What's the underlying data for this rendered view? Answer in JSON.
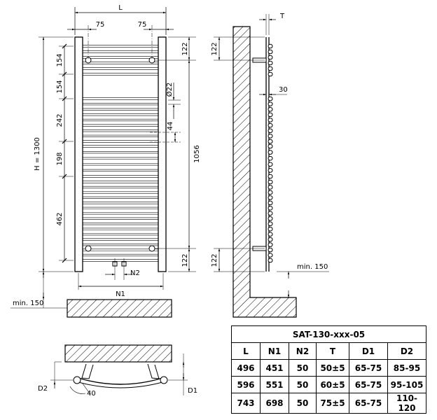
{
  "front_view": {
    "L": "L",
    "offset_left": "75",
    "offset_right": "75",
    "height_label": "H = 1300",
    "left_spacings": [
      "154",
      "154",
      "242",
      "198",
      "462"
    ],
    "top_122": "122",
    "pipe_diameter": "Ø22",
    "rail_gap": "44",
    "center_1056": "1056",
    "bottom_122": "122",
    "n1": "N1",
    "n2": "N2",
    "min150": "min. 150"
  },
  "side_view": {
    "T": "T",
    "top_122": "122",
    "depth_30": "30",
    "bottom_122": "122",
    "min150": "min. 150"
  },
  "top_view": {
    "d1": "D1",
    "d2": "D2",
    "angle": "40"
  },
  "spec_table": {
    "title": "SAT-130-xxx-05",
    "headers": [
      "L",
      "N1",
      "N2",
      "T",
      "D1",
      "D2"
    ],
    "rows": [
      [
        "496",
        "451",
        "50",
        "50±5",
        "65-75",
        "85-95"
      ],
      [
        "596",
        "551",
        "50",
        "60±5",
        "65-75",
        "95-105"
      ],
      [
        "743",
        "698",
        "50",
        "75±5",
        "65-75",
        "110-120"
      ]
    ]
  }
}
